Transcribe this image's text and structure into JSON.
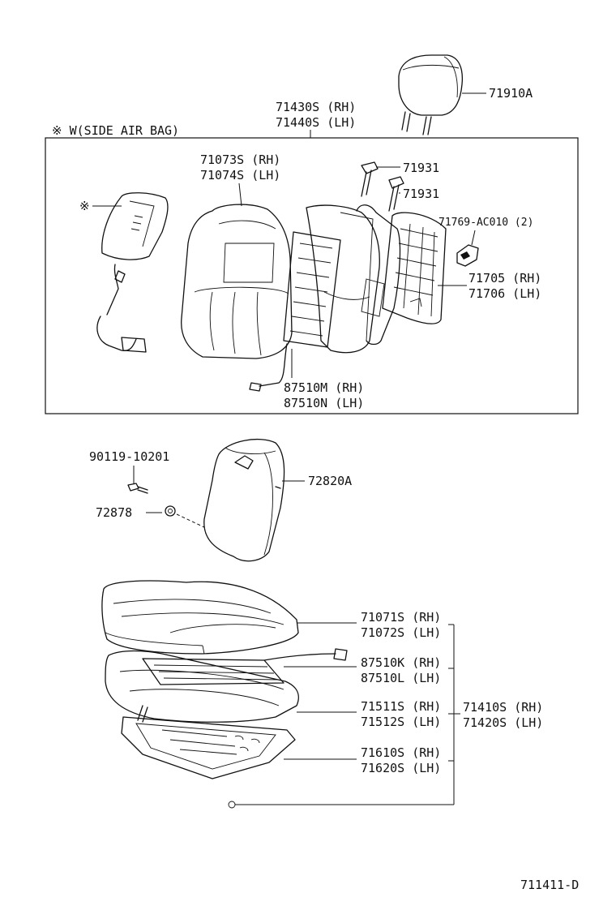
{
  "inset": {
    "note_mark": "※",
    "note_text": "※ W(SIDE AIR BAG)",
    "assembly_rh": "71430S (RH)",
    "assembly_lh": "71440S (LH)"
  },
  "labels": {
    "headrest": "71910A",
    "back_cover_rh": "71073S (RH)",
    "back_cover_lh": "71074S (LH)",
    "support_1": "71931",
    "support_2": "71931",
    "clip": "71769-AC010 (2)",
    "back_board_rh": "71705 (RH)",
    "back_board_lh": "71706 (LH)",
    "back_heater_rh": "87510M (RH)",
    "back_heater_lh": "87510N (LH)",
    "bolt": "90119-10201",
    "washer": "72878",
    "armrest": "72820A",
    "cushion_cover_rh": "71071S (RH)",
    "cushion_cover_lh": "71072S (LH)",
    "cushion_heater_rh": "87510K (RH)",
    "cushion_heater_lh": "87510L (LH)",
    "cushion_pad_rh": "71511S (RH)",
    "cushion_pad_lh": "71512S (LH)",
    "cushion_frame_rh": "71610S (RH)",
    "cushion_frame_lh": "71620S (LH)",
    "cushion_assy_rh": "71410S (RH)",
    "cushion_assy_lh": "71420S (LH)"
  },
  "footer": {
    "figure_code": "711411-D"
  }
}
